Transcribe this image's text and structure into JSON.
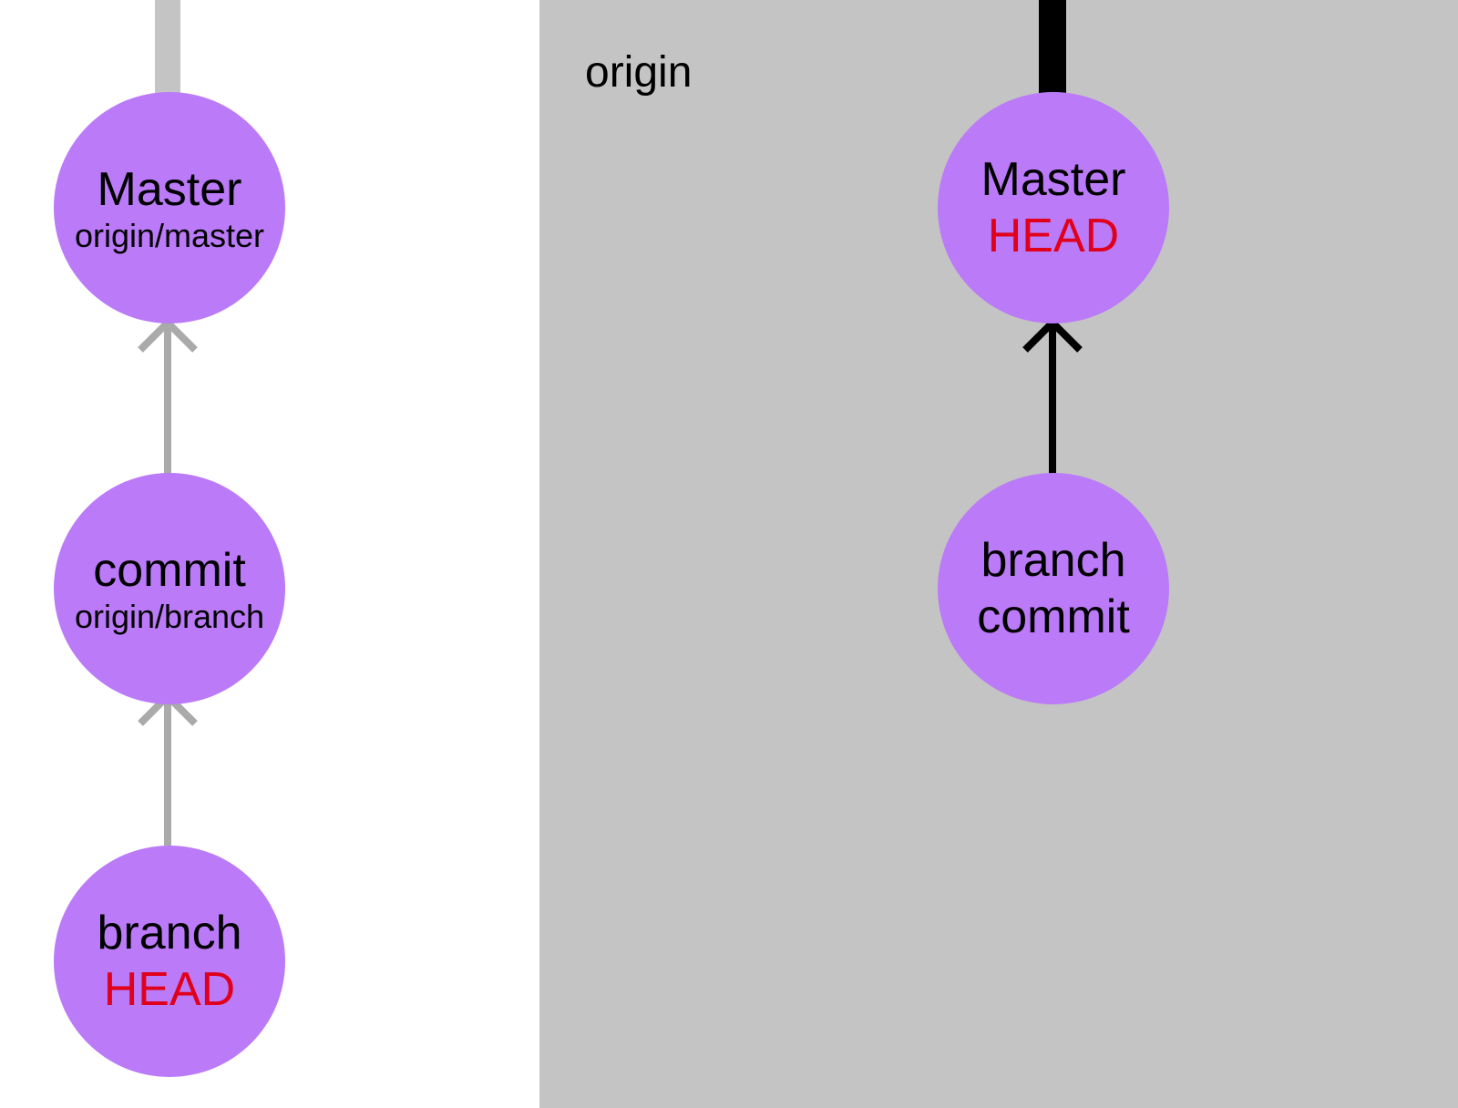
{
  "colors": {
    "node_fill": "#bb7af8",
    "origin_panel": "#c4c4c4",
    "local_edge": "#aaaaaa",
    "local_stub": "#c4c4c4",
    "origin_edge": "#000000",
    "head_text": "#e0001b"
  },
  "origin": {
    "label": "origin"
  },
  "local": {
    "nodes": [
      {
        "id": "master",
        "primary": "Master",
        "secondary": "origin/master"
      },
      {
        "id": "commit",
        "primary": "commit",
        "secondary": "origin/branch"
      },
      {
        "id": "branch",
        "primary": "branch",
        "head": "HEAD"
      }
    ]
  },
  "remote": {
    "nodes": [
      {
        "id": "master",
        "primary": "Master",
        "head": "HEAD"
      },
      {
        "id": "branch",
        "primary": "branch",
        "tertiary": "commit"
      }
    ]
  }
}
